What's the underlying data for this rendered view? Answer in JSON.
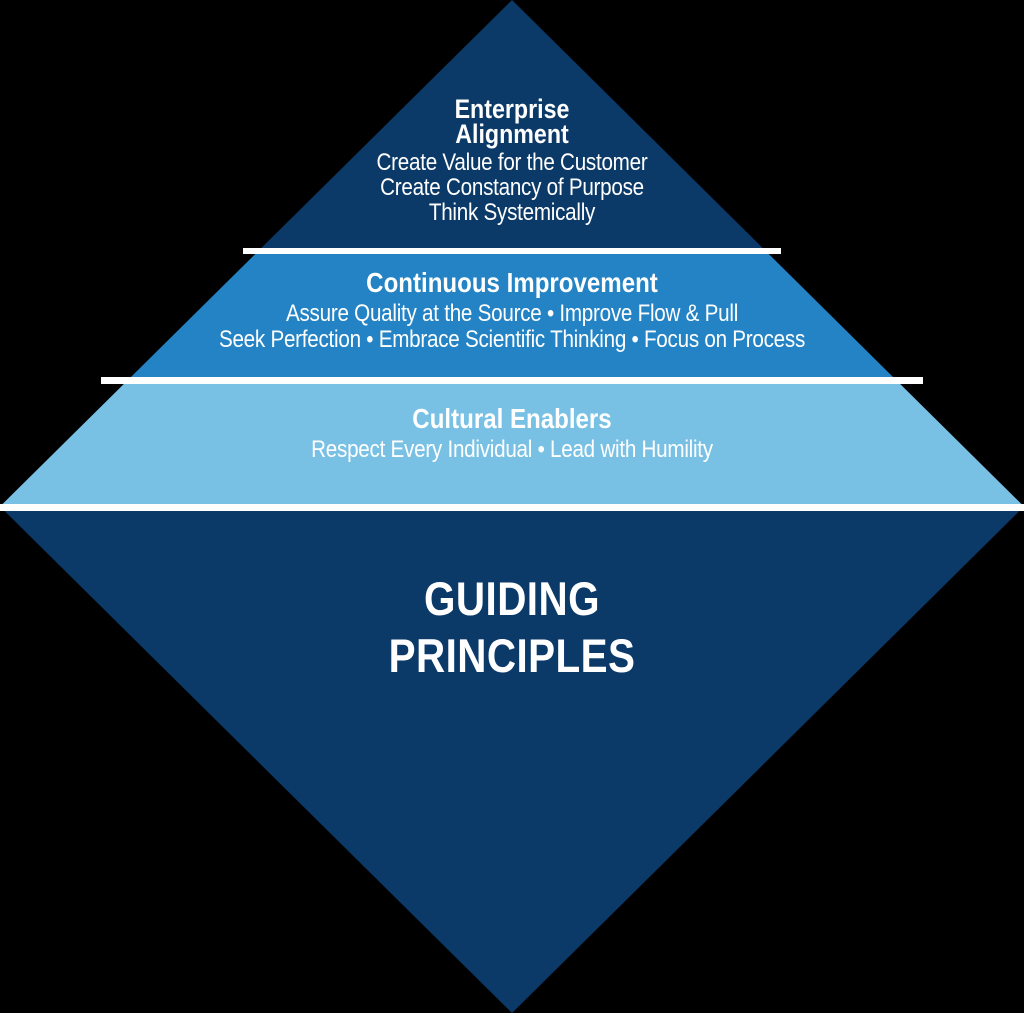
{
  "diagram_name": "Shingo Model Guiding Principles Diamond",
  "title": {
    "line1": "GUIDING",
    "line2": "PRINCIPLES"
  },
  "levels": [
    {
      "name": "Enterprise Alignment",
      "title_lines": [
        "Enterprise",
        "Alignment"
      ],
      "principles": [
        "Create Value for the Customer",
        "Create Constancy of Purpose",
        "Think Systemically"
      ],
      "color": "#0b3a68"
    },
    {
      "name": "Continuous Improvement",
      "title_lines": [
        "Continuous Improvement"
      ],
      "principles": [
        "Assure Quality at the Source • Improve Flow & Pull",
        "Seek Perfection • Embrace Scientific Thinking • Focus on Process"
      ],
      "color": "#2383c4"
    },
    {
      "name": "Cultural Enablers",
      "title_lines": [
        "Cultural Enablers"
      ],
      "principles": [
        "Respect Every Individual • Lead with Humility"
      ],
      "color": "#79c1e4"
    },
    {
      "name": "Guiding Principles",
      "color": "#0b3a68"
    }
  ],
  "colors": {
    "navy": "#0b3a68",
    "medium_blue": "#2383c4",
    "light_blue": "#79c1e4",
    "separator": "#ffffff",
    "text": "#ffffff",
    "background": "#000000"
  }
}
